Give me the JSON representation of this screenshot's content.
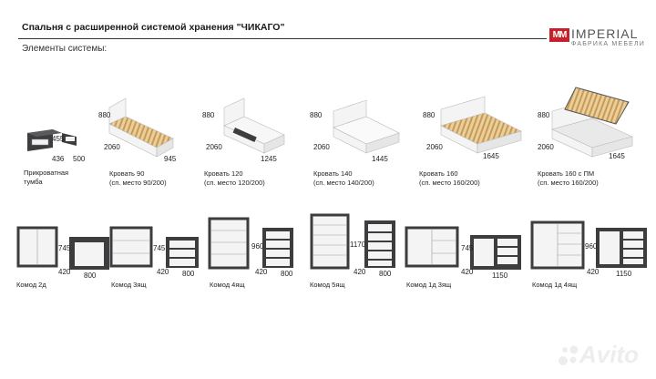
{
  "header": {
    "title": "Спальня с расширенной системой хранения \"ЧИКАГО\"",
    "subtitle": "Элементы системы:"
  },
  "logo": {
    "mark": "MM",
    "word": "IMPERIAL",
    "sub": "ФАБРИКА МЕБЕЛИ"
  },
  "watermark": {
    "text": "Avito"
  },
  "nightstand": {
    "caption1": "Прикроватная",
    "caption2": "тумба",
    "h": "455",
    "d": "436",
    "w": "500"
  },
  "beds": [
    {
      "name": "Кровать 90",
      "sleep": "(сп. место 90/200)",
      "h": "880",
      "l": "2060",
      "w": "945"
    },
    {
      "name": "Кровать 120",
      "sleep": "(сп. место 120/200)",
      "h": "880",
      "l": "2060",
      "w": "1245"
    },
    {
      "name": "Кровать 140",
      "sleep": "(сп. место 140/200)",
      "h": "880",
      "l": "2060",
      "w": "1445"
    },
    {
      "name": "Кровать 160",
      "sleep": "(сп. место 160/200)",
      "h": "880",
      "l": "2060",
      "w": "1645"
    },
    {
      "name": "Кровать 160 с ПМ",
      "sleep": "(сп. место 160/200)",
      "h": "880",
      "l": "2060",
      "w": "1645"
    }
  ],
  "dressers": [
    {
      "name": "Комод 2д",
      "h": "745",
      "d": "420",
      "w": "800"
    },
    {
      "name": "Комод 3ящ",
      "h": "745",
      "d": "420",
      "w": "800"
    },
    {
      "name": "Комод 4ящ",
      "h": "960",
      "d": "420",
      "w": "800"
    },
    {
      "name": "Комод 5ящ",
      "h": "1170",
      "d": "420",
      "w": "800"
    },
    {
      "name": "Комод 1д 3ящ",
      "h": "745",
      "d": "420",
      "w": "1150"
    },
    {
      "name": "Комод 1д 4ящ",
      "h": "960",
      "d": "420",
      "w": "1150"
    }
  ],
  "colors": {
    "graphite": "#3d3d3f",
    "white": "#f4f4f4",
    "brand_red": "#c8202b"
  }
}
